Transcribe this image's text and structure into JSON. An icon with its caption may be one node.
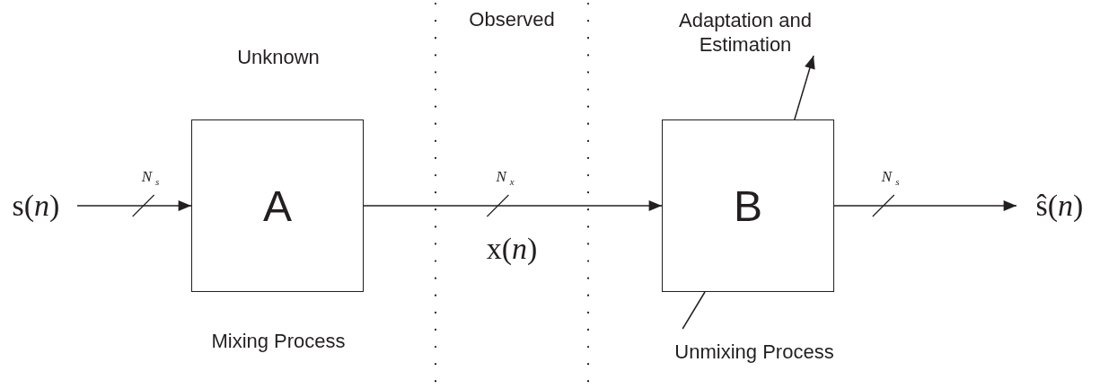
{
  "diagram": {
    "nodes": [
      {
        "text": [
          "s(*n*)"
        ]
      },
      {
        "text": [
          "A"
        ]
      },
      {
        "text": [
          "B"
        ]
      },
      {
        "text": [
          "ŝ(*n*)"
        ]
      },
      {
        "text": [
          "Adaptation and Estimation"
        ]
      },
      {
        "text": [
          "Unmixing Process"
        ]
      }
    ],
    "edges": [
      {
        "from": 0,
        "to": 1,
        "arrow": "to",
        "label": "*N*$_{s}$"
      },
      {
        "from": 1,
        "to": 2,
        "arrow": "to",
        "label": "*N*$_{x}$"
      },
      {
        "from": 2,
        "to": 3,
        "arrow": "to",
        "label": "*N*$_{s}$"
      },
      {
        "from": 2,
        "to": 4,
        "arrow": "to"
      },
      {
        "from": 5,
        "to": 2,
        "arrow": "none"
      }
    ],
    "labels": [
      "Unknown",
      "Observed",
      "x(*n*)",
      "Mixing Process"
    ]
  }
}
